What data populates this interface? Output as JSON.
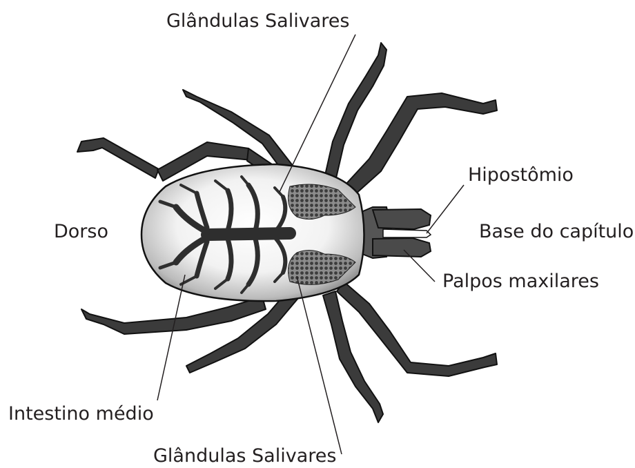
{
  "labels": {
    "top_salivary": "Glândulas Salivares",
    "hypostome": "Hipostômio",
    "dorsum": "Dorso",
    "capitulum_base": "Base do capítulo",
    "maxillary_palps": "Palpos maxilares",
    "midgut": "Intestino médio",
    "bottom_salivary": "Glândulas Salivares"
  },
  "colors": {
    "legs": "#3a3a3a",
    "outline": "#111111",
    "gut": "#2e2e2e",
    "glands": "#4a4a4a",
    "body_light": "#ffffff",
    "body_dark": "#8a8a8a",
    "text": "#231f20"
  }
}
